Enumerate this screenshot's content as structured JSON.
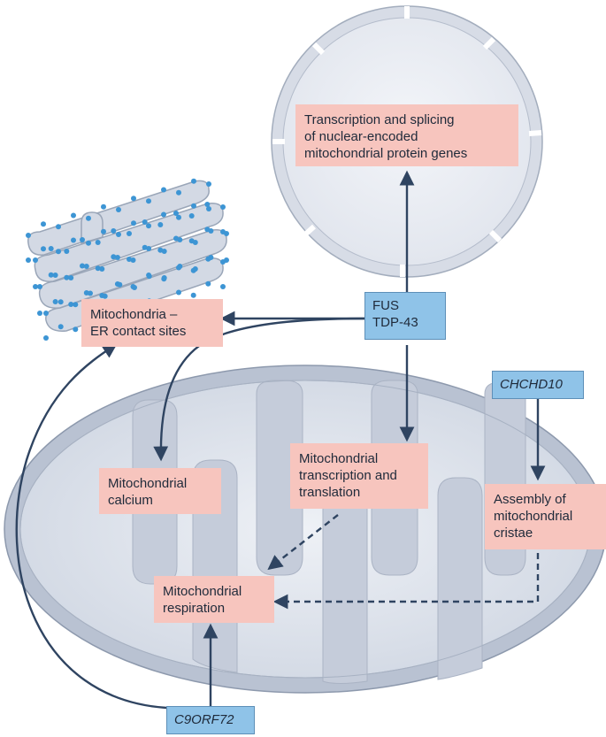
{
  "labels": {
    "nucleus_process": "Transcription and splicing\nof nuclear-encoded\nmitochondrial protein genes",
    "fus_tdp43": "FUS\nTDP-43",
    "er_contact": "Mitochondria –\nER contact sites",
    "chchd10": "CHCHD10",
    "mito_calcium": "Mitochondrial\ncalcium",
    "transcription_translation": "Mitochondrial\ntranscription and\ntranslation",
    "cristae_assembly": "Assembly of\nmitochondrial\ncristae",
    "respiration": "Mitochondrial\nrespiration",
    "c9orf72": "C9ORF72"
  },
  "colors": {
    "pink_box": "#f7c5be",
    "blue_box": "#8fc3e8",
    "arrow": "#2f4461",
    "organelle_fill": "#dde2ec",
    "organelle_edge": "#9aa6b8",
    "ribosome": "#3d95d4"
  }
}
